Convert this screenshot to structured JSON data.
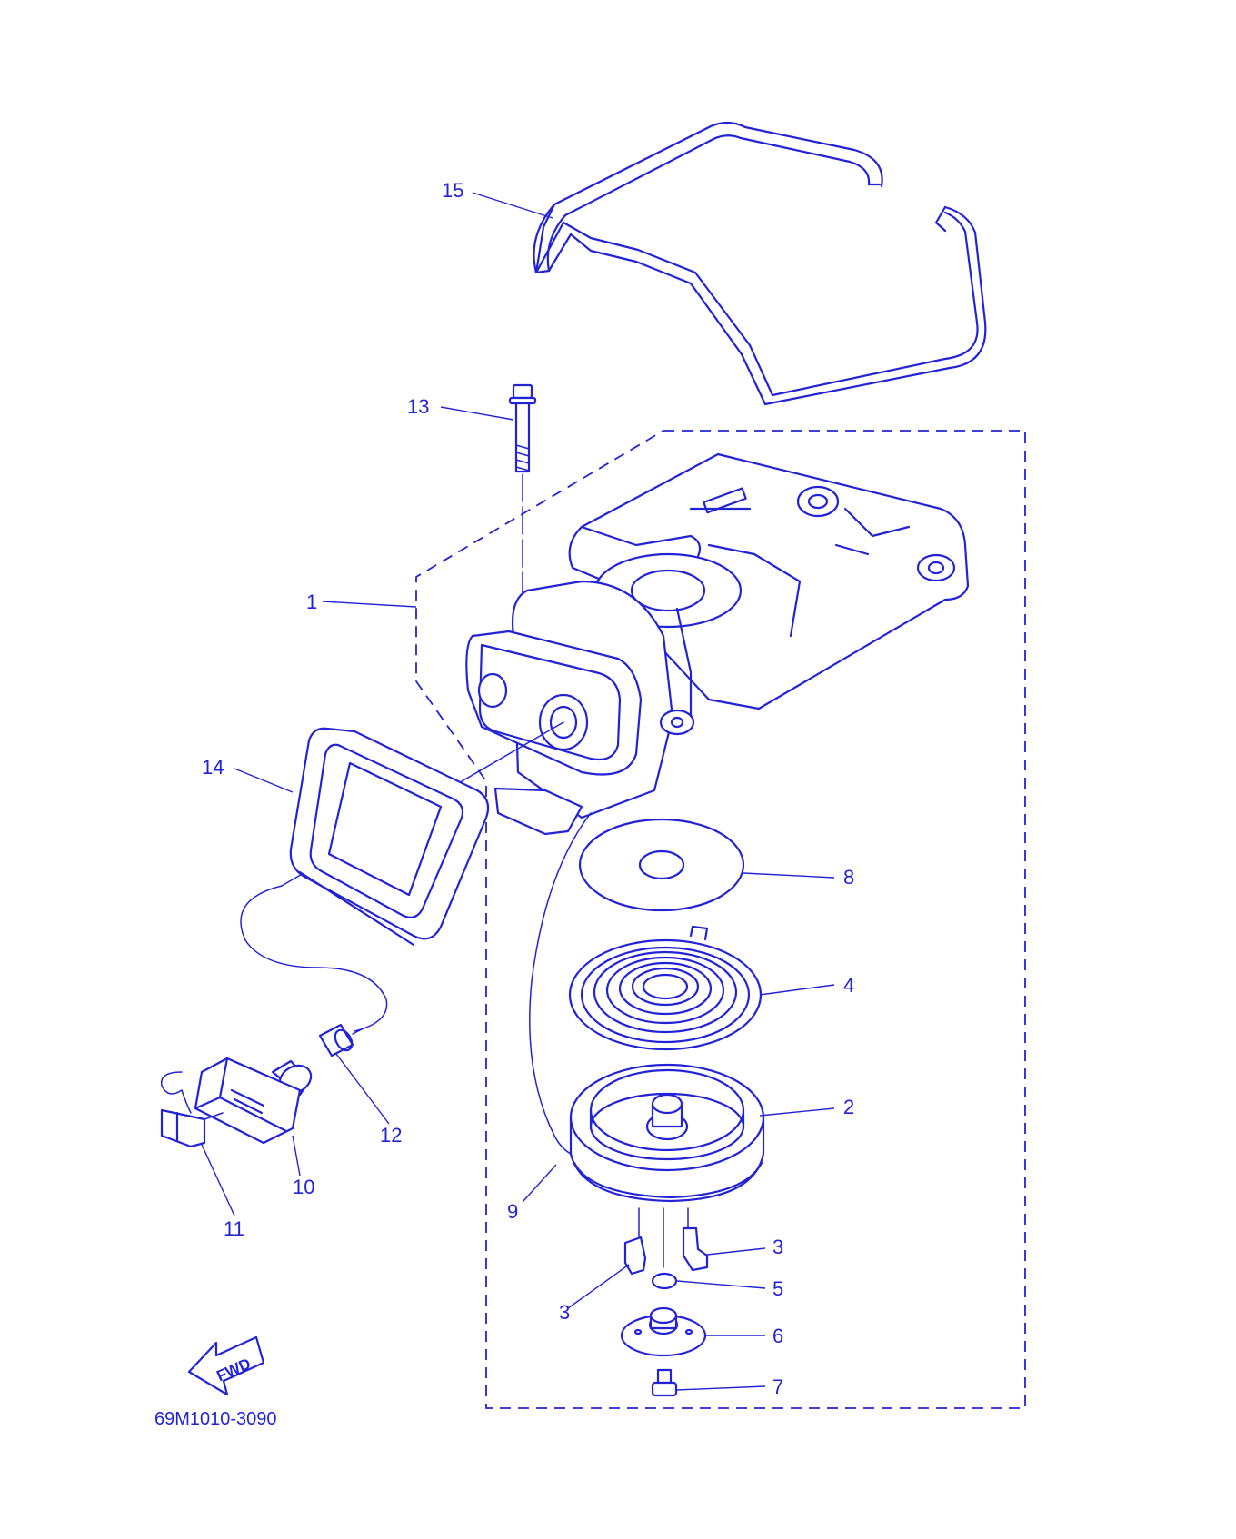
{
  "diagram": {
    "part_code": "69M1010-3090",
    "fwd_label": "FWD",
    "color": "#2323d6",
    "callouts": [
      {
        "id": "1",
        "text": "1"
      },
      {
        "id": "2",
        "text": "2"
      },
      {
        "id": "3a",
        "text": "3"
      },
      {
        "id": "3b",
        "text": "3"
      },
      {
        "id": "4",
        "text": "4"
      },
      {
        "id": "5",
        "text": "5"
      },
      {
        "id": "6",
        "text": "6"
      },
      {
        "id": "7",
        "text": "7"
      },
      {
        "id": "8",
        "text": "8"
      },
      {
        "id": "9",
        "text": "9"
      },
      {
        "id": "10",
        "text": "10"
      },
      {
        "id": "11",
        "text": "11"
      },
      {
        "id": "12",
        "text": "12"
      },
      {
        "id": "13",
        "text": "13"
      },
      {
        "id": "14",
        "text": "14"
      },
      {
        "id": "15",
        "text": "15"
      }
    ]
  }
}
